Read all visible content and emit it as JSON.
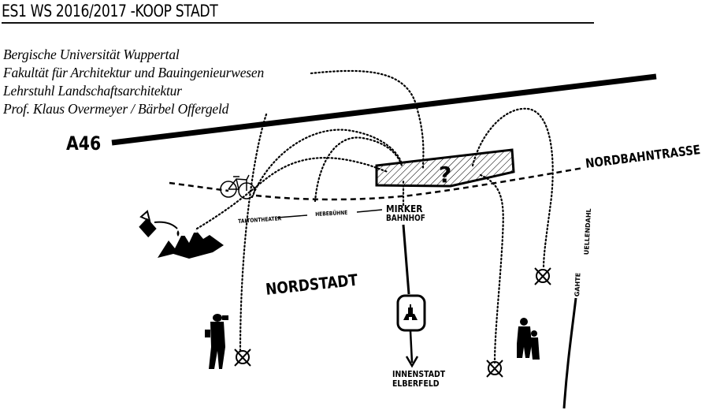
{
  "header": {
    "title": "ES1 WS 2016/2017 -KOOP STADT"
  },
  "affiliation": [
    "Bergische Universität Wuppertal",
    "Fakultät für Architektur und Bauingenieurwesen",
    "Lehrstuhl Landschaftsarchitektur",
    "Prof. Klaus Overmeyer / Bärbel Offergeld"
  ],
  "map": {
    "highway_label": "A46",
    "rail_trail_label": "NORDBAHNTRASSE",
    "district_label": "NORDSTADT",
    "station_label_line1": "MIRKER",
    "station_label_line2": "BAHNHOF",
    "stop_labels": [
      "TALTONTHEATER",
      "HEBEBÜHNE"
    ],
    "destination_line1": "INNENSTADT",
    "destination_line2": "ELBERFELD",
    "street_labels": [
      "GAHTE",
      "UELLENDAHL"
    ],
    "site_symbol": "?",
    "icons": [
      "bicycle-icon",
      "watering-can-icon",
      "mountains-icon",
      "church-icon",
      "photographer-icon",
      "family-icon",
      "crossed-circle-icon"
    ]
  }
}
